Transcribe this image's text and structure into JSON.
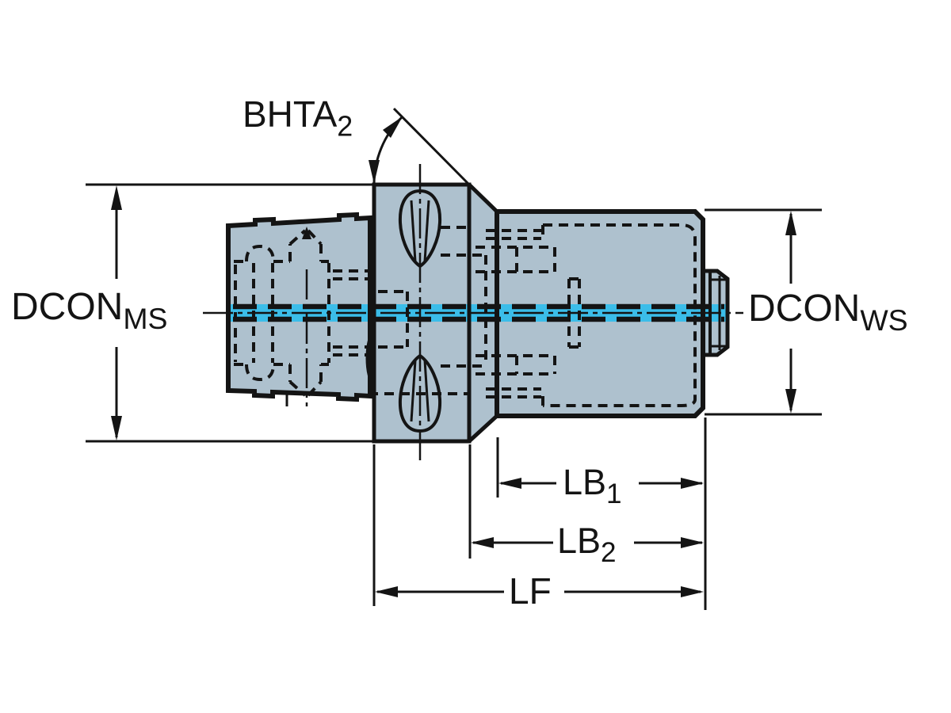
{
  "figure": {
    "type": "technical-drawing",
    "subject": "Tool coupling adapter side view with hidden lines, coolant channel and dimension annotations"
  },
  "colors": {
    "body_fill": "#aec1ce",
    "coolant_channel": "#3bbde9",
    "line": "#141414"
  },
  "labels": {
    "angle": {
      "base": "BHTA",
      "sub": "2"
    },
    "dcon_ms": {
      "base": "DCON",
      "sub": "MS"
    },
    "dcon_ws": {
      "base": "DCON",
      "sub": "WS"
    },
    "lb1": {
      "base": "LB",
      "sub": "1"
    },
    "lb2": {
      "base": "LB",
      "sub": "2"
    },
    "lf": {
      "base": "LF",
      "sub": ""
    }
  }
}
